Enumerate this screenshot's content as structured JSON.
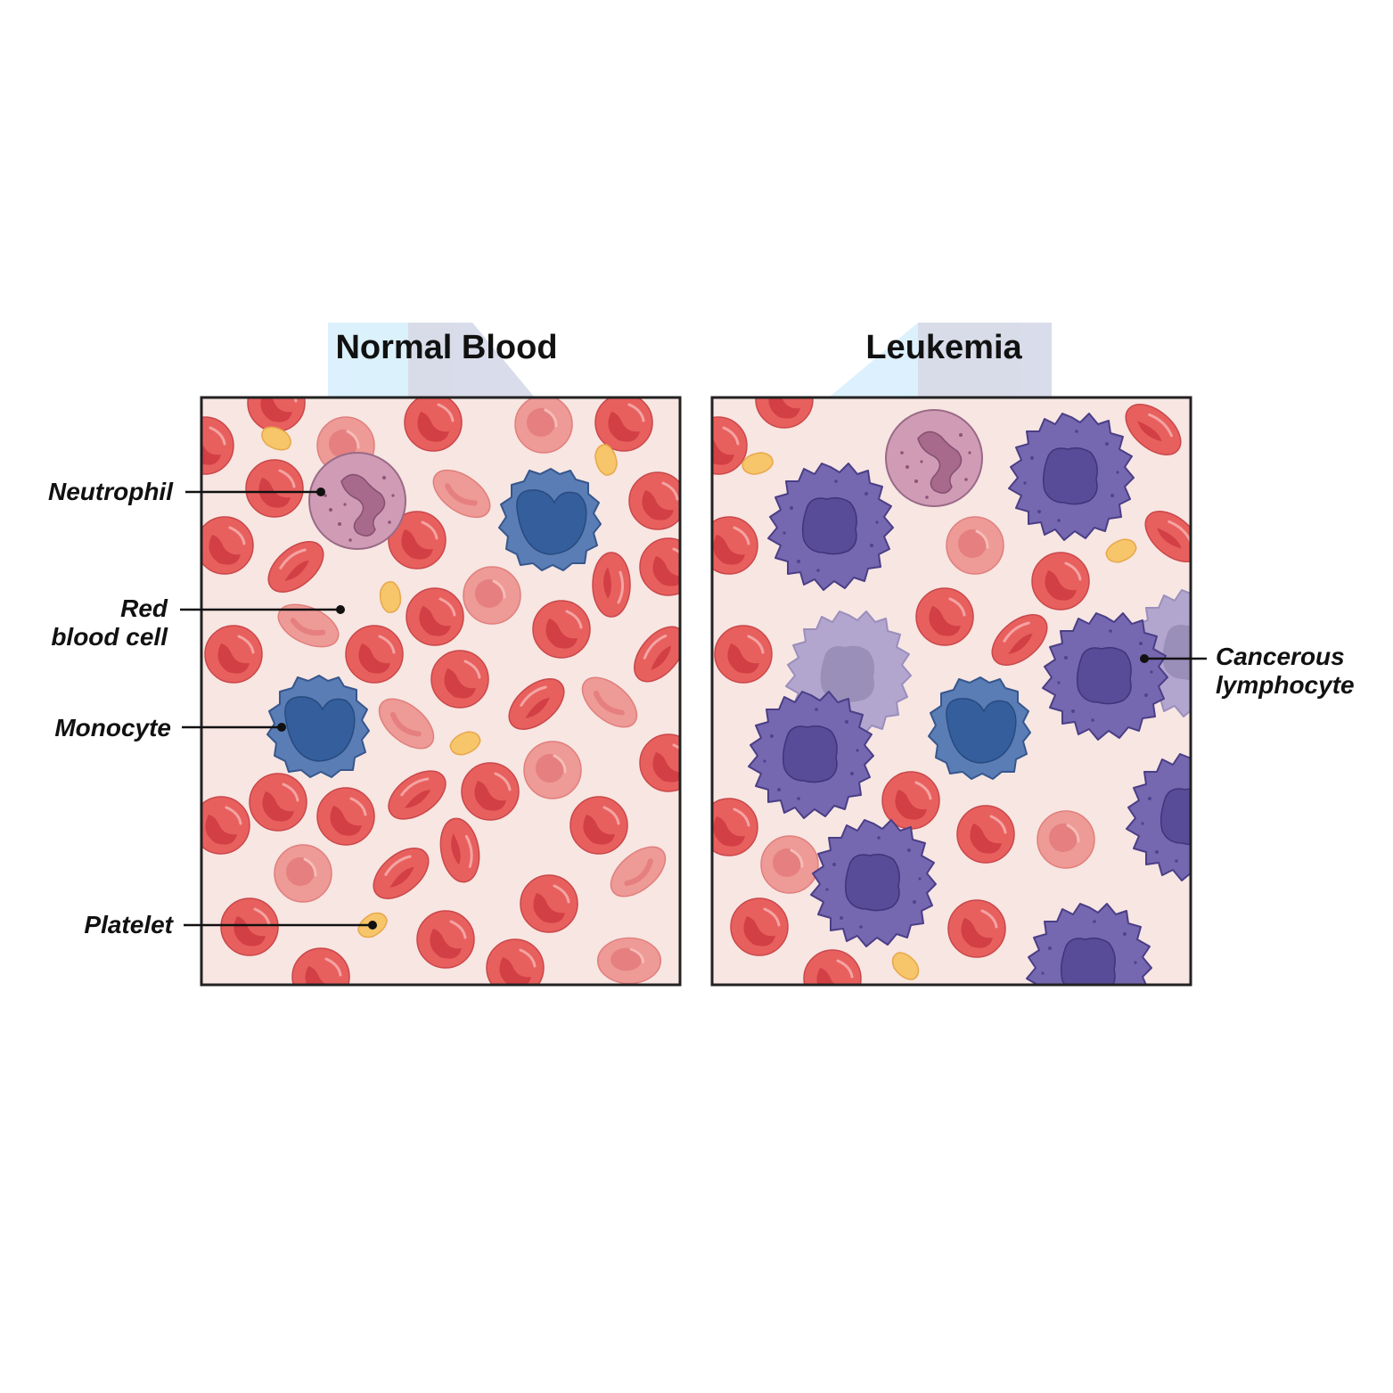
{
  "panels": {
    "normal": {
      "title": "Normal Blood"
    },
    "leukemia": {
      "title": "Leukemia"
    }
  },
  "labels": {
    "neutrophil": "Neutrophil",
    "red_blood_cell_line1": "Red",
    "red_blood_cell_line2": "blood cell",
    "monocyte": "Monocyte",
    "platelet": "Platelet",
    "cancerous_line1": "Cancerous",
    "cancerous_line2": "lymphocyte"
  },
  "colors": {
    "background": "#f7e6e2",
    "rbc": "#e8605e",
    "rbc_pale": "#ee9a96",
    "neutrophil": "#cf9bb5",
    "monocyte": "#5a7db5",
    "lymphocyte": "#7568b0",
    "platelet": "#f7c56a"
  }
}
